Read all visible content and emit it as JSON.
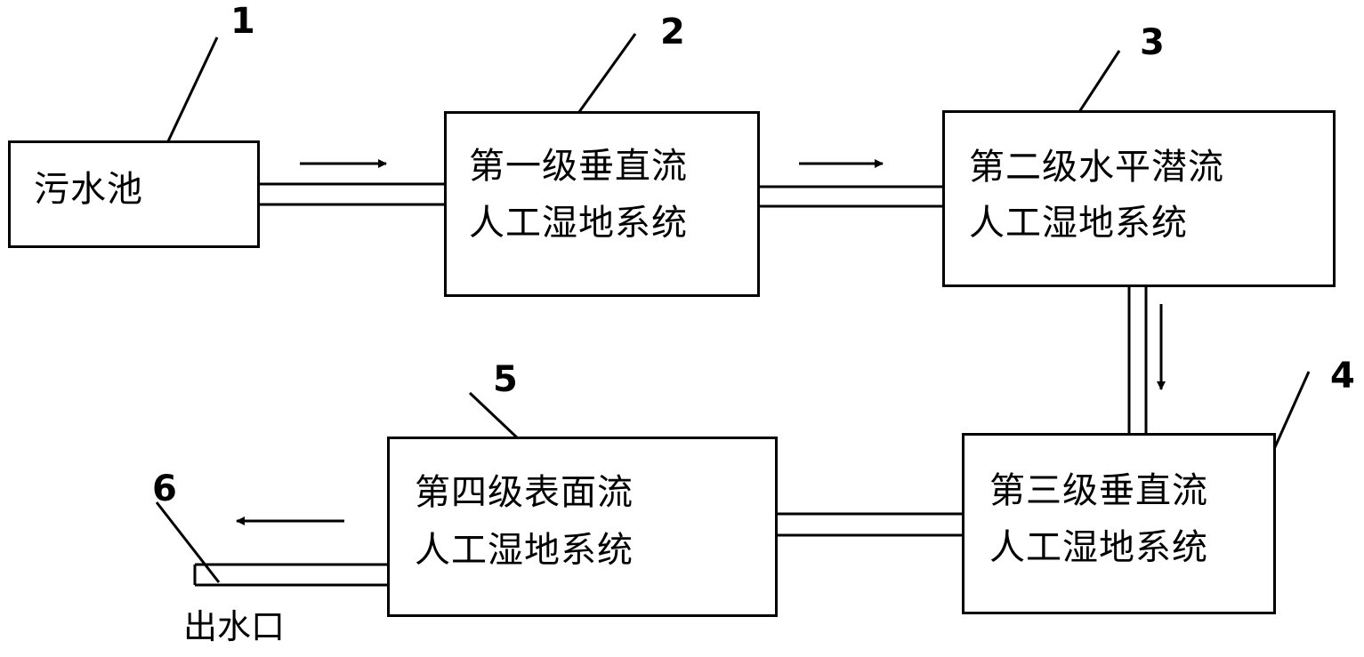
{
  "nodes": [
    {
      "number": "1",
      "lines": [
        "污水池"
      ]
    },
    {
      "number": "2",
      "lines": [
        "第一级垂直流",
        "人工湿地系统"
      ]
    },
    {
      "number": "3",
      "lines": [
        "第二级水平潜流",
        "人工湿地系统"
      ]
    },
    {
      "number": "4",
      "lines": [
        "第三级垂直流",
        "人工湿地系统"
      ]
    },
    {
      "number": "5",
      "lines": [
        "第四级表面流",
        "人工湿地系统"
      ]
    },
    {
      "number": "6",
      "lines": [
        "出水口"
      ]
    }
  ]
}
